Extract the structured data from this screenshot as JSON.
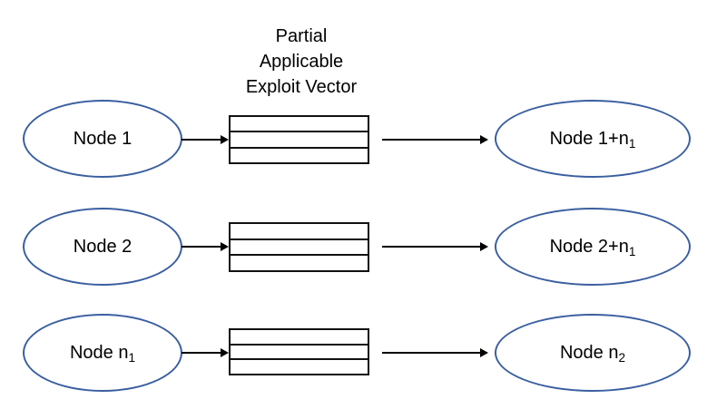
{
  "diagram": {
    "vector_title": "Partial\nApplicable\nExploit Vector",
    "vector_cell_count": 3,
    "colors": {
      "ellipse_stroke": "#3A5FA0",
      "box_stroke": "#111111",
      "arrow": "#000000",
      "background": "#ffffff",
      "text": "#000000"
    },
    "rows": [
      {
        "source_label_prefix": "Node ",
        "source_label": "Node 1",
        "source_base": "Node 1",
        "source_sub": "",
        "target_label": "Node 1+n1",
        "target_base": "Node 1+n",
        "target_sub": "1"
      },
      {
        "source_label_prefix": "Node ",
        "source_label": "Node 2",
        "source_base": "Node 2",
        "source_sub": "",
        "target_label": "Node 2+n1",
        "target_base": "Node 2+n",
        "target_sub": "1"
      },
      {
        "source_label_prefix": "Node ",
        "source_label": "Node n1",
        "source_base": "Node n",
        "source_sub": "1",
        "target_label": "Node n2",
        "target_base": "Node n",
        "target_sub": "2"
      }
    ]
  }
}
